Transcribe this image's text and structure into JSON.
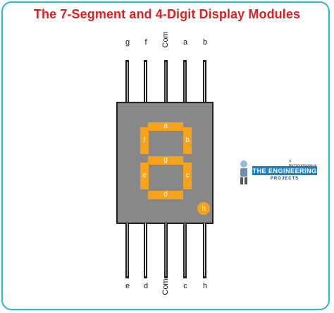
{
  "title": "The 7-Segment and 4-Digit Display Modules",
  "top_pins": [
    {
      "label": "g"
    },
    {
      "label": "f"
    },
    {
      "label": "Com"
    },
    {
      "label": "a"
    },
    {
      "label": "b"
    }
  ],
  "bottom_pins": [
    {
      "label": "e"
    },
    {
      "label": "d"
    },
    {
      "label": "Com"
    },
    {
      "label": "c"
    },
    {
      "label": "h"
    }
  ],
  "segments": {
    "a": "a",
    "b": "b",
    "c": "c",
    "d": "d",
    "e": "e",
    "f": "f",
    "g": "g",
    "h": "h"
  },
  "colors": {
    "title": "#e02020",
    "segment": "#f6a21a",
    "module": "#888888",
    "frame": "#27b8d3",
    "logo_bar": "#1f7fc0"
  },
  "logo": {
    "tagline": "# technopreneur",
    "main": "THE ENGINEERING",
    "sub": "PROJECTS",
    "icon": "robot-icon"
  }
}
